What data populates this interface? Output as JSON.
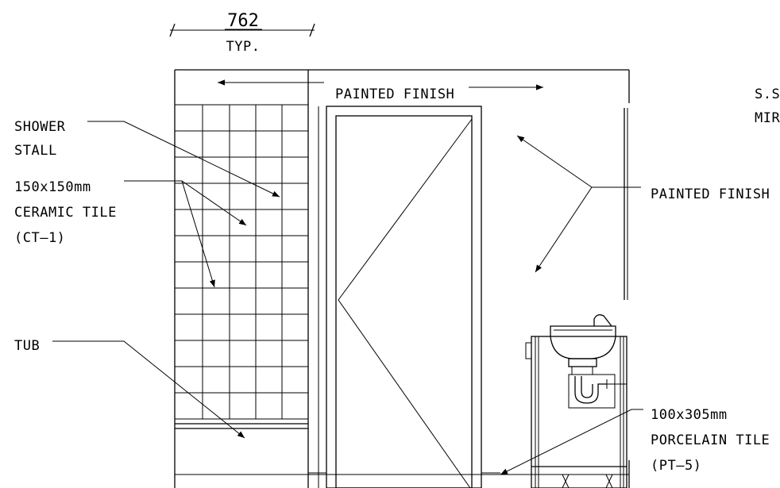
{
  "dimension": {
    "value": "762",
    "note": "TYP."
  },
  "labels": {
    "painted_finish_top": "PAINTED FINISH",
    "ss_mirror_1": "S.S",
    "ss_mirror_2": "MIR",
    "shower_stall_1": "SHOWER",
    "shower_stall_2": "STALL",
    "ceramic_tile_1": "150x150mm",
    "ceramic_tile_2": "CERAMIC TILE",
    "ceramic_tile_3": "(CT–1)",
    "painted_finish_right": "PAINTED FINISH",
    "tub": "TUB",
    "porcelain_tile_1": "100x305mm",
    "porcelain_tile_2": "PORCELAIN TILE",
    "porcelain_tile_3": "(PT–5)"
  }
}
